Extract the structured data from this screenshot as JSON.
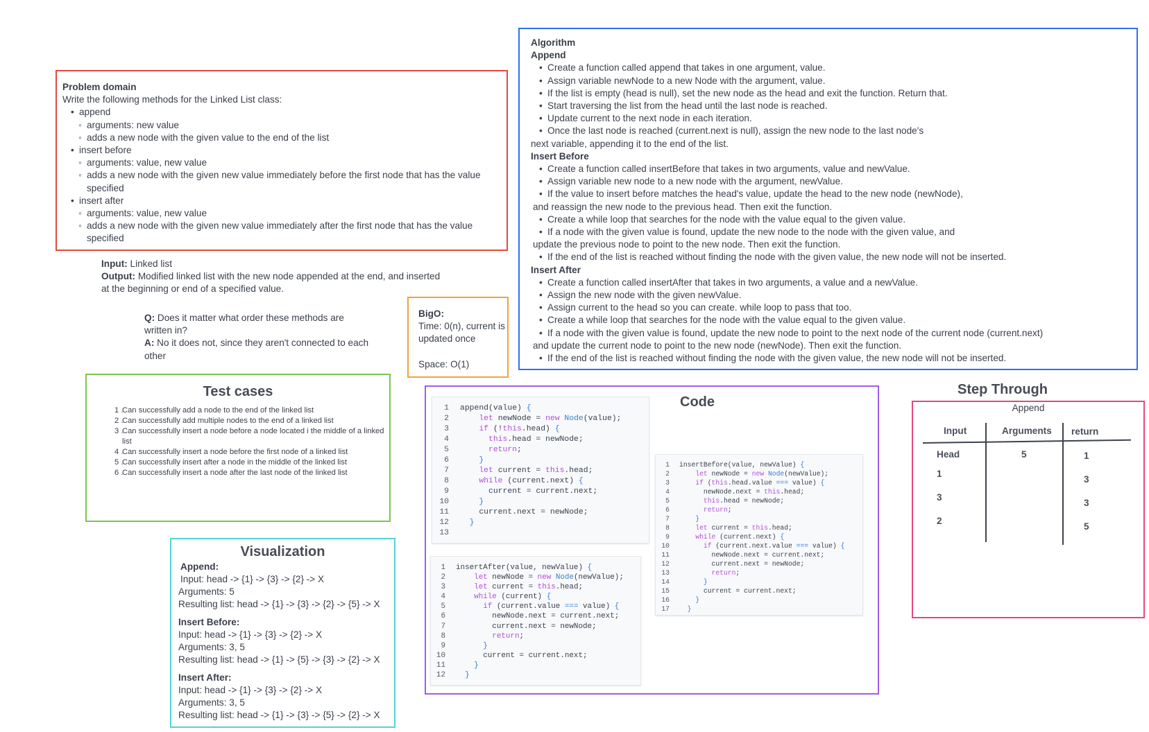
{
  "problem": {
    "title": "Problem domain",
    "intro": "Write the following methods for the Linked List class:",
    "append": {
      "label": "append",
      "arg": "arguments: new value",
      "desc": "adds a new node with the given value to the end of the list"
    },
    "insert_before": {
      "label": "insert before",
      "arg": "arguments: value, new value",
      "desc": "adds a new node with the given new value immediately before the first node that has the value specified"
    },
    "insert_after": {
      "label": "insert after",
      "arg": "arguments: value, new value",
      "desc": "adds a new node with the given new value immediately after the first node that has the value specified"
    }
  },
  "io": {
    "input_label": "Input:",
    "input_value": " Linked list",
    "output_label": "Output:",
    "output_value": "  Modified linked list with the new node appended at the end, and inserted at the beginning or end of a specified value."
  },
  "qa": {
    "q_label": "Q:",
    "q_text": "  Does it matter what order these methods are written in?",
    "a_label": "A:",
    "a_text": " No it does not, since they aren't connected to each other"
  },
  "bigo": {
    "title": "BigO:",
    "time": "Time: 0(n), current is updated once",
    "space": "Space: O(1)"
  },
  "algorithm": {
    "title": "Algorithm",
    "append_title": "Append",
    "a1": "Create a function called append that takes in one argument, value.",
    "a2": "Assign variable newNode to a new Node with the argument, value.",
    "a3": "If the list is empty (head is null), set the new node as the head and exit the function. Return that.",
    "a4": "Start traversing the list from the head until the last node is reached.",
    "a5": "Update current to the next node in each iteration.",
    "a6": "Once the last node is reached (current.next is null), assign the new node to the last node's",
    "a6c": "next variable, appending it to the end of the list.",
    "before_title": "Insert Before",
    "b1": "Create a function called insertBefore that takes in two arguments, value and newValue.",
    "b2": "Assign variable new node to a new node with the argument, newValue.",
    "b3": "If the value to insert before matches the head's value, update the head to the new node (newNode),",
    "b3c": "and reassign the new node to the previous head. Then exit the function.",
    "b4": "Create a while loop that searches for the node with the value equal to the given value.",
    "b5": "If a node with the given value is found, update the new node to the node with the given value, and",
    "b5c": "update the previous node to point to the new node. Then exit the function.",
    "b6": "If the end of the list is reached without finding the node with the given value, the new node will not be inserted.",
    "after_title": "Insert After",
    "c1": "Create a function called insertAfter that takes in two arguments, a value and a newValue.",
    "c2": "Assign the new node with the given newValue.",
    "c3": "Assign current to the head so you can create. while loop to pass that too.",
    "c4": "Create a while loop that searches for the node with the value equal to the given value.",
    "c5": "If a node with the given value is found, update the new node to point to the next node of the current node (current.next)",
    "c5c": "and update the current node to point to the new node (newNode). Then exit the function.",
    "c6": "If the end of the list is reached without finding the node with the given value, the new node will not be inserted."
  },
  "tests": {
    "title": "Test cases",
    "items": [
      "Can successfully add a node to the end of the linked list",
      "Can successfully add multiple nodes to the end of a linked list",
      "Can successfully insert a node before a node located i the middle of a linked list",
      "Can successfully insert a node before the first node of a linked list",
      "Can successfully insert after a node in the middle of the linked list",
      "Can successfully insert a node after the last node of the linked list"
    ]
  },
  "viz": {
    "title": "Visualization",
    "append_title": "Append:",
    "append_input": "Input: head -> {1} -> {3} -> {2} -> X",
    "append_args": "Arguments:  5",
    "append_result": "Resulting list: head -> {1} -> {3} -> {2} -> {5} -> X",
    "before_title": "Insert Before:",
    "before_input": "Input: head -> {1} -> {3} -> {2} -> X",
    "before_args": "Arguments: 3, 5",
    "before_result": "Resulting list: head -> {1} -> {5} -> {3} -> {2} -> X",
    "after_title": "Insert After:",
    "after_input": "Input: head -> {1} -> {3} -> {2} -> X",
    "after_args": "Arguments: 3, 5",
    "after_result": "Resulting list: head -> {1} -> {3} -> {5} -> {2} -> X"
  },
  "code": {
    "title": "Code",
    "append_lines": [
      "append(value) {",
      "    let newNode = new Node(value);",
      "    if (!this.head) {",
      "      this.head = newNode;",
      "      return;",
      "    }",
      "    let current = this.head;",
      "    while (current.next) {",
      "      current = current.next;",
      "    }",
      "    current.next = newNode;",
      "  }",
      ""
    ],
    "before_lines": [
      "insertBefore(value, newValue) {",
      "    let newNode = new Node(newValue);",
      "    if (this.head.value === value) {",
      "      newNode.next = this.head;",
      "      this.head = newNode;",
      "      return;",
      "    }",
      "    let current = this.head;",
      "    while (current.next) {",
      "      if (current.next.value === value) {",
      "        newNode.next = current.next;",
      "        current.next = newNode;",
      "        return;",
      "      }",
      "      current = current.next;",
      "    }",
      "  }"
    ],
    "after_lines": [
      "insertAfter(value, newValue) {",
      "    let newNode = new Node(newValue);",
      "    let current = this.head;",
      "    while (current) {",
      "      if (current.value === value) {",
      "        newNode.next = current.next;",
      "        current.next = newNode;",
      "        return;",
      "      }",
      "      current = current.next;",
      "    }",
      "  }"
    ]
  },
  "step": {
    "title": "Step Through",
    "subtitle": "Append",
    "headers": [
      "Input",
      "Arguments",
      "return"
    ],
    "input_col": [
      "Head",
      "1",
      "3",
      "2"
    ],
    "args_col": [
      "5"
    ],
    "return_col": [
      "1",
      "3",
      "3",
      "5"
    ]
  }
}
